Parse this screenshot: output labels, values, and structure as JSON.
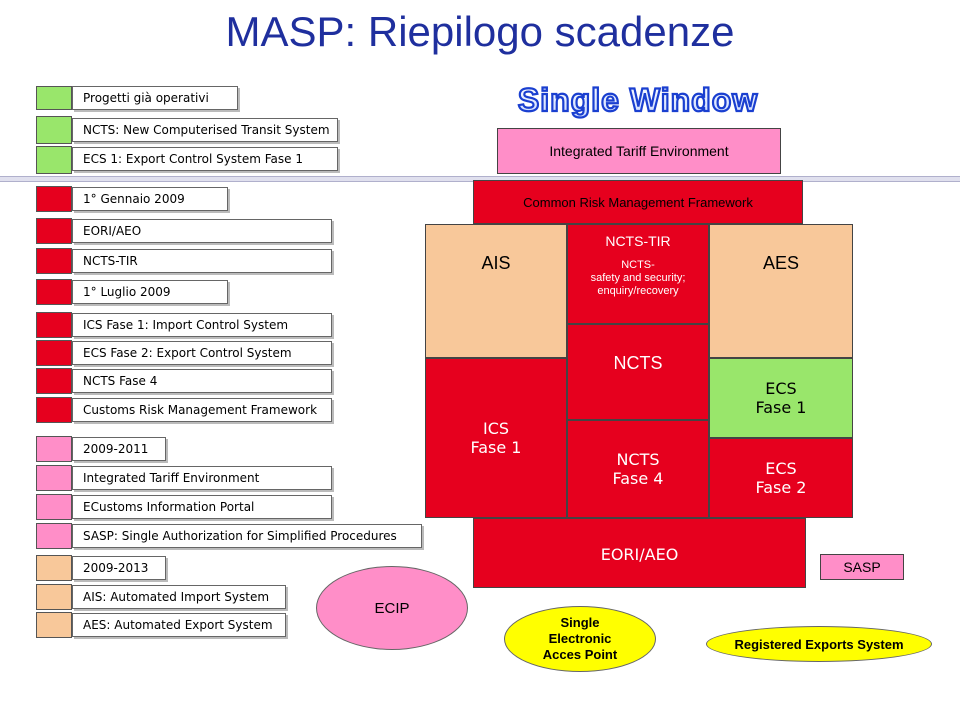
{
  "title": "MASP: Riepilogo scadenze",
  "logo_text": "Single Window",
  "legend": [
    {
      "color": "green",
      "label": "Progetti già operativi"
    },
    {
      "color": "green",
      "label": "NCTS: New Computerised Transit System"
    },
    {
      "color": "green",
      "label": "ECS 1: Export Control System  Fase 1"
    },
    {
      "color": "red",
      "label": "1° Gennaio 2009"
    },
    {
      "color": "red",
      "label": "EORI/AEO"
    },
    {
      "color": "red",
      "label": "NCTS-TIR"
    },
    {
      "color": "red",
      "label": "1° Luglio 2009"
    },
    {
      "color": "red",
      "label": "ICS  Fase 1: Import Control System"
    },
    {
      "color": "red",
      "label": "ECS Fase 2: Export Control System"
    },
    {
      "color": "red",
      "label": "NCTS Fase 4"
    },
    {
      "color": "red",
      "label": "Customs Risk Management Framework"
    },
    {
      "color": "pink",
      "label": "2009-2011"
    },
    {
      "color": "pink",
      "label": "Integrated Tariff Environment"
    },
    {
      "color": "pink",
      "label": "ECustoms Information Portal"
    },
    {
      "color": "pink",
      "label": "SASP: Single Authorization for Simplified Procedures"
    },
    {
      "color": "peach",
      "label": "2009-2013"
    },
    {
      "color": "peach",
      "label": "AIS: Automated Import System"
    },
    {
      "color": "peach",
      "label": "AES: Automated Export System"
    }
  ],
  "diagram": {
    "ite": "Integrated Tariff Environment",
    "crmf": "Common Risk Management Framework",
    "ais": "AIS",
    "ncts_tir": "NCTS-TIR",
    "ncts_security": "NCTS-\nsafety and security;\nenquiry/recovery",
    "aes": "AES",
    "ncts": "NCTS",
    "ecs_fase1": "ECS\nFase 1",
    "ics_fase1": "ICS\nFase 1",
    "ncts_fase4": "NCTS\nFase 4",
    "ecs_fase2": "ECS\nFase 2",
    "eori_aeo": "EORI/AEO",
    "sasp": "SASP",
    "ecip": "ECIP",
    "seap": "Single\nElectronic\nAcces Point",
    "res": "Registered Exports System"
  }
}
